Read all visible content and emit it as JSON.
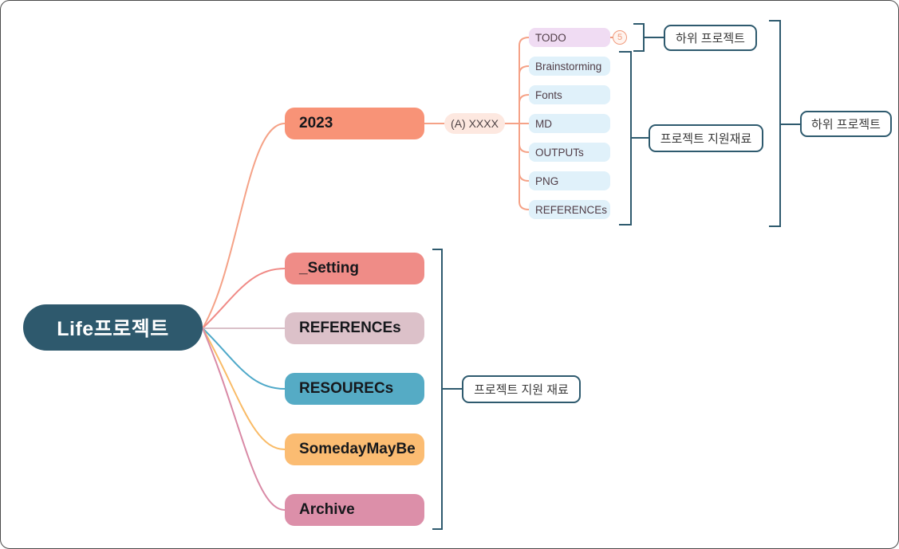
{
  "root": {
    "label": "Life프로젝트",
    "color": "#2E596D"
  },
  "branch_2023": {
    "label": "2023",
    "color": "#F89377",
    "callout": {
      "label": "(A) XXXX",
      "color": "#FDE8E0"
    },
    "children": [
      {
        "label": "TODO",
        "color": "#F0DCF3",
        "badge": "5"
      },
      {
        "label": "Brainstorming",
        "color": "#E0F1FA"
      },
      {
        "label": "Fonts",
        "color": "#E0F1FA"
      },
      {
        "label": "MD",
        "color": "#E0F1FA"
      },
      {
        "label": "OUTPUTs",
        "color": "#E0F1FA"
      },
      {
        "label": "PNG",
        "color": "#E0F1FA"
      },
      {
        "label": "REFERENCEs",
        "color": "#E0F1FA"
      }
    ]
  },
  "main_branches": [
    {
      "label": "_Setting",
      "color": "#EF8C87"
    },
    {
      "label": "REFERENCEs",
      "color": "#DCC1C9"
    },
    {
      "label": "RESOURECs",
      "color": "#55ABC5"
    },
    {
      "label": "SomedayMayBe",
      "color": "#FBBC72"
    },
    {
      "label": "Archive",
      "color": "#DC8FA9"
    }
  ],
  "summaries": [
    {
      "label": "하위 프로젝트"
    },
    {
      "label": "프로젝트 지원재료"
    },
    {
      "label": "하위 프로젝트"
    },
    {
      "label": "프로젝트 지원 재료"
    }
  ],
  "colors": {
    "bracket": "#2E5A6E",
    "branch_trunk": "#F5A287",
    "badge": "#F09A7C",
    "fan_lines": {
      "to_2023": "#F5A287",
      "to_setting": "#F08A86",
      "to_references": "#D9C0C8",
      "to_resourecs": "#4FA9C9",
      "to_somedaymaybe": "#F9BB67",
      "to_archive": "#D98AA6"
    }
  }
}
